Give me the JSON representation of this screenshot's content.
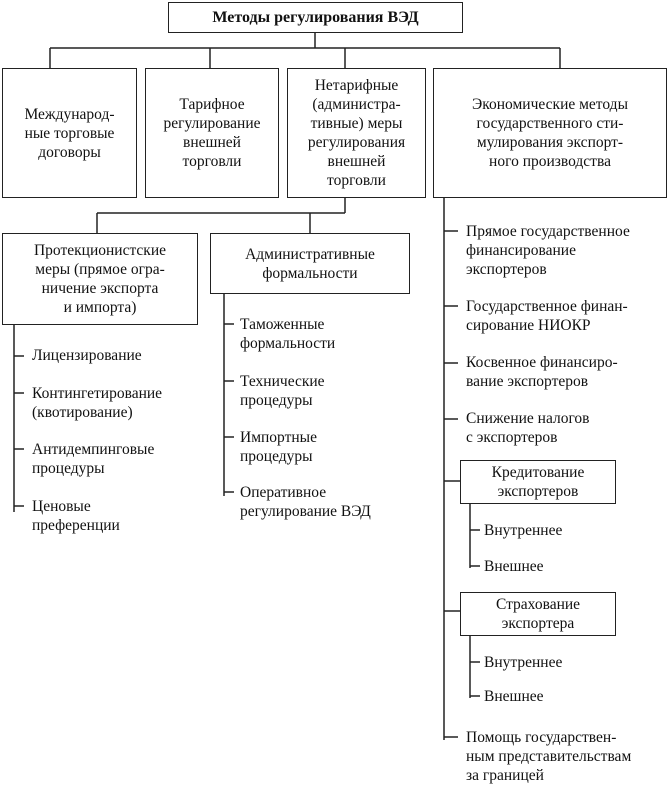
{
  "root": {
    "title": "Методы регулирования ВЭД"
  },
  "level1": {
    "international": "Междунаро­д-\nные торговые\nдоговоры",
    "tariff": "Тарифное\nрегулирование\nвнешней\nторговли",
    "nontariff": "Нетарифные\n(администра-\nтивные) меры\nрегулирования\nвнешней\nторговли",
    "economic": "Экономические методы\nгосударственного сти-\nмулирования экспорт-\nного производства"
  },
  "protectionist": {
    "title": "Протекционистские\nмеры (прямое огра-\nничение экспорта\nи импорта)",
    "items": [
      "Лицензирование",
      "Контингетирование\n(квотирование)",
      "Антидемпинговые\nпроцедуры",
      "Ценовые\nпреференции"
    ]
  },
  "administrative": {
    "title": "Административные\nформальности",
    "items": [
      "Таможенные\nформальности",
      "Технические\nпроцедуры",
      "Импортные\nпроцедуры",
      "Оперативное\nрегулирование ВЭД"
    ]
  },
  "economic_items": {
    "items": [
      "Прямое государственное\nфинансирование\nэкспортеров",
      "Государственное финан-\nсирование НИОКР",
      "Косвенное финансиро-\nвание экспортеров",
      "Снижение налогов\nс экспортеров"
    ],
    "crediting": {
      "title": "Кредитование\nэкспортеров",
      "items": [
        "Внутреннее",
        "Внешнее"
      ]
    },
    "insurance": {
      "title": "Страхование\nэкспортера",
      "items": [
        "Внутреннее",
        "Внешнее"
      ]
    },
    "last": "Помощь государствен-\nным представительствам\nза границей"
  }
}
